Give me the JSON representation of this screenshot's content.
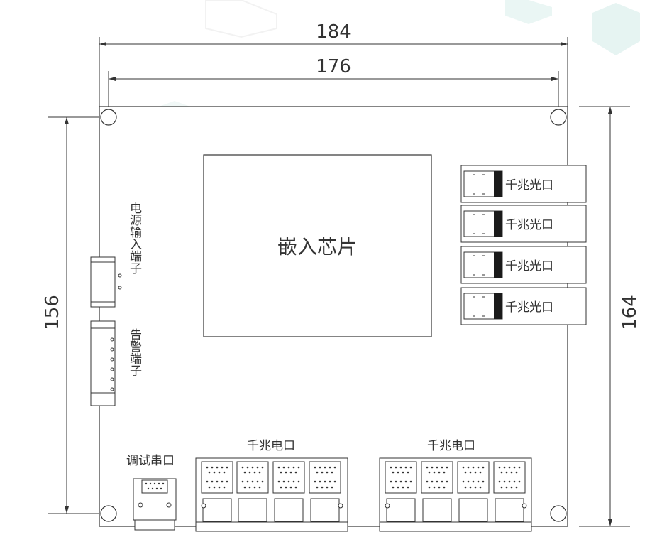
{
  "dimensions": {
    "outer_width": "184",
    "hole_width": "176",
    "hole_height": "156",
    "outer_height": "164"
  },
  "labels": {
    "chip": "嵌入芯片",
    "optical_ports": [
      "千兆光口",
      "千兆光口",
      "千兆光口",
      "千兆光口"
    ],
    "power_terminal": "电源输入端子",
    "alarm_terminal": "告警端子",
    "debug_port": "调试串口",
    "ethernet_group_left": "千兆电口",
    "ethernet_group_right": "千兆电口"
  },
  "colors": {
    "line": "#333333",
    "text": "#333333",
    "port_fill": "#1a1a1a",
    "watermark": "#e6f4f2"
  }
}
